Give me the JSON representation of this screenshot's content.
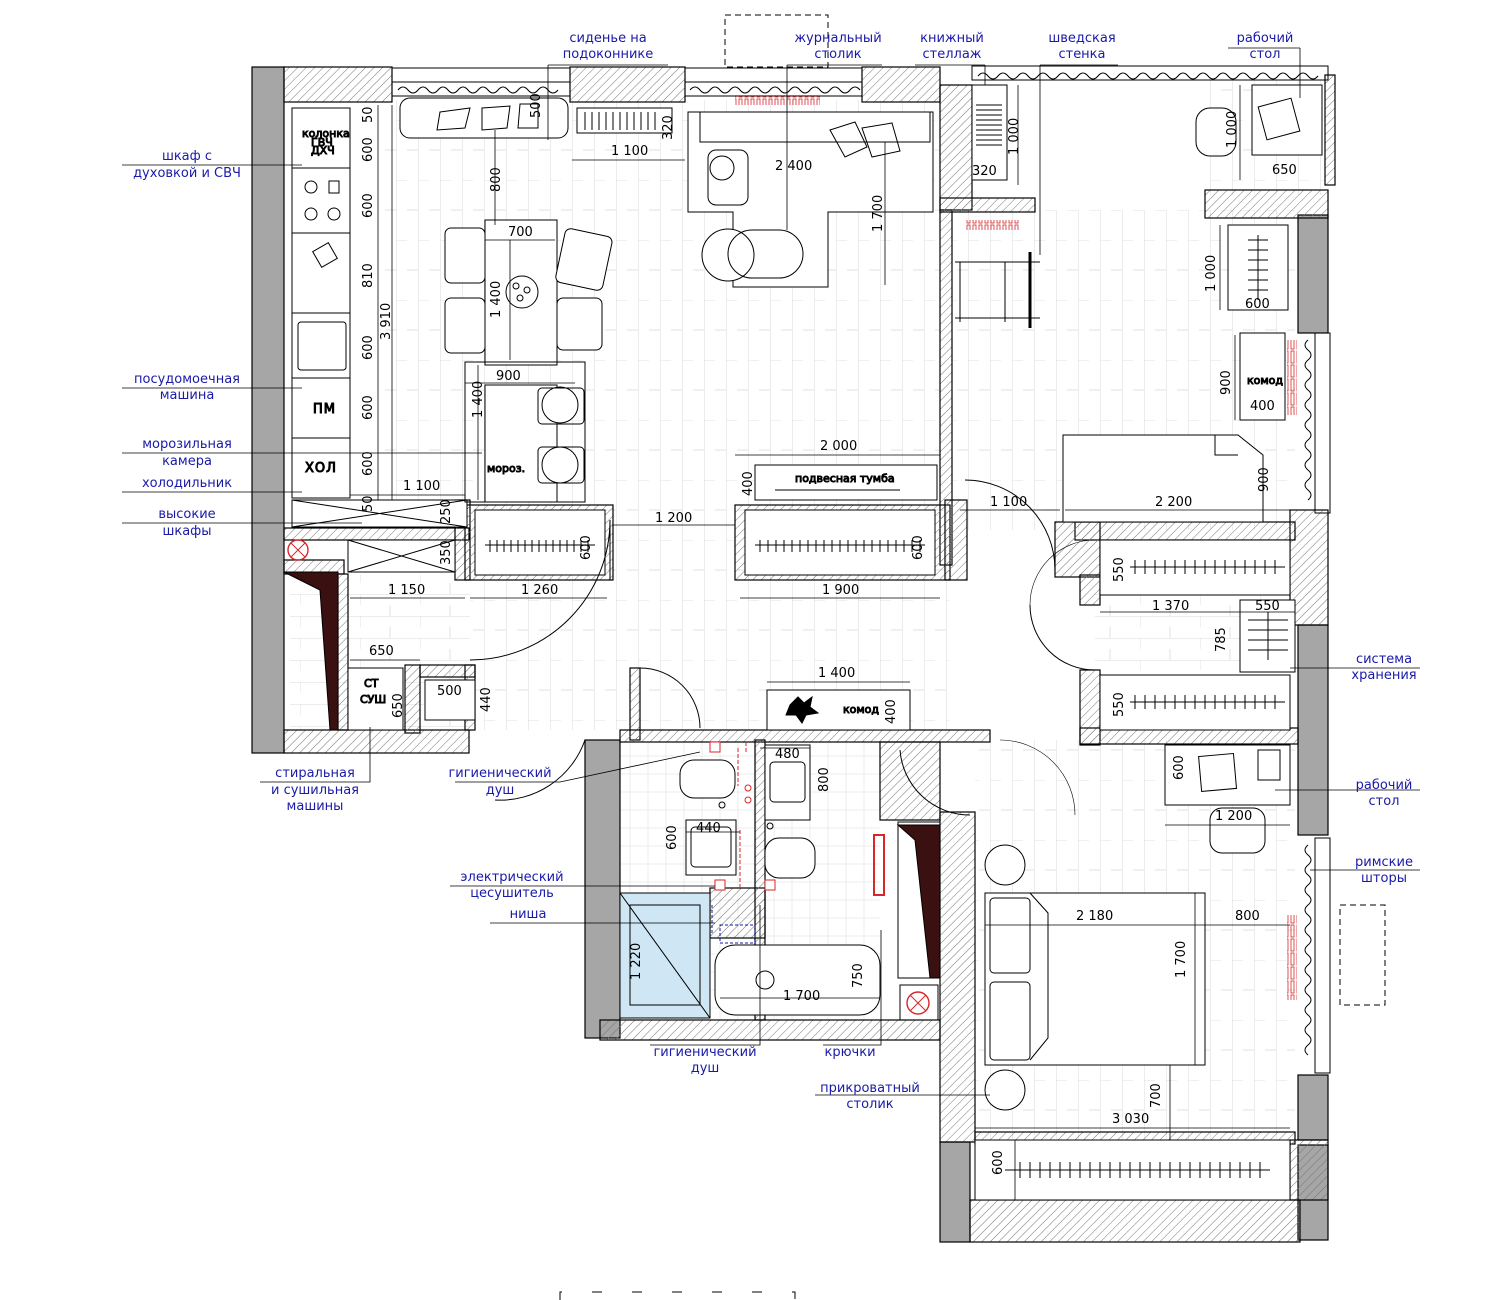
{
  "callouts": {
    "window_seat": [
      "сиденье на",
      "подоконнике"
    ],
    "coffee_table": [
      "журнальный",
      "столик"
    ],
    "bookshelf": [
      "книжный",
      "стеллаж"
    ],
    "wall_bars": [
      "шведская",
      "стенка"
    ],
    "desk_top": [
      "рабочий",
      "стол"
    ],
    "oven_cabinet": [
      "шкаф с",
      "духовкой и СВЧ"
    ],
    "dishwasher": [
      "посудомоечная",
      "машина"
    ],
    "freezer": [
      "морозильная",
      "камера"
    ],
    "fridge": [
      "холодильник"
    ],
    "tall_cabinets": [
      "высокие",
      "шкафы"
    ],
    "storage": [
      "система",
      "хранения"
    ],
    "desk_right": [
      "рабочий",
      "стол"
    ],
    "roman_blinds": [
      "римские",
      "шторы"
    ],
    "washer": [
      "стиральная",
      "и сушильная",
      "машины"
    ],
    "hygienic_shower_1": [
      "гигиенический",
      "душ"
    ],
    "towel_dryer": [
      "электрический",
      "цесушитель"
    ],
    "niche": [
      "ниша"
    ],
    "hygienic_shower_2": [
      "гигиенический",
      "душ"
    ],
    "hooks": [
      "крючки"
    ],
    "bedside_table": [
      "прикроватный",
      "столик"
    ]
  },
  "tags": {
    "boiler": [
      "колонка",
      "ГВЧ",
      "ДХЧ"
    ],
    "dishwasher_short": "ПМ",
    "fridge_short": "ХОЛ",
    "freezer_short": "мороз.",
    "washer_short": [
      "СТ",
      "СУШ"
    ],
    "hanging_unit": "подвесная тумба",
    "dresser_hall": "комод",
    "dresser_room": "комод"
  },
  "dimensions": {
    "d500_seat": "500",
    "d320_a": "320",
    "d1100_a": "1 100",
    "d2400": "2 400",
    "d800_a": "800",
    "d700_a": "700",
    "d1400_a": "1 400",
    "d1700_a": "1 700",
    "d320_b": "320",
    "d1000_a": "1 000",
    "d1000_b": "1 000",
    "d650_a": "650",
    "d600_a": "600",
    "d900_a": "900",
    "d400_a": "400",
    "d50_a": "50",
    "d600_k1": "600",
    "d600_k2": "600",
    "d810": "810",
    "d3910": "3 910",
    "d600_k3": "600",
    "d600_k4": "600",
    "d600_k5": "600",
    "d50_b": "50",
    "d900_b": "900",
    "d1400_b": "1 400",
    "d1100_b": "1 100",
    "d250": "250",
    "d350": "350",
    "d600_w1": "600",
    "d1200_a": "1 200",
    "d2000": "2 000",
    "d400_b": "400",
    "d600_w2": "600",
    "d1150": "1 150",
    "d1260": "1 260",
    "d1900": "1 900",
    "d1100_c": "1 100",
    "d2200": "2 200",
    "d900_c": "900",
    "d550_a": "550",
    "d1370": "1 370",
    "d550_b": "550",
    "d785": "785",
    "d550_c": "550",
    "d650_b": "650",
    "d650_c": "650",
    "d500_b": "500",
    "d440_a": "440",
    "d1400_c": "1 400",
    "d400_c": "400",
    "d480": "480",
    "d800_b": "800",
    "d440_b": "440",
    "d600_b1": "600",
    "d1220": "1 220",
    "d1700_b": "1 700",
    "d750": "750",
    "d600_d": "600",
    "d1200_b": "1 200",
    "d2180": "2 180",
    "d800_c": "800",
    "d1700_c": "1 700",
    "d700_b": "700",
    "d3030": "3 030",
    "d600_e": "600"
  },
  "colors": {
    "label_blue": "#1a1aa8",
    "accent_red": "#d8262a",
    "wall_gray": "#a6a6a6",
    "glass_blue": "#cfe7f5",
    "dark_fill": "#3a1010"
  }
}
